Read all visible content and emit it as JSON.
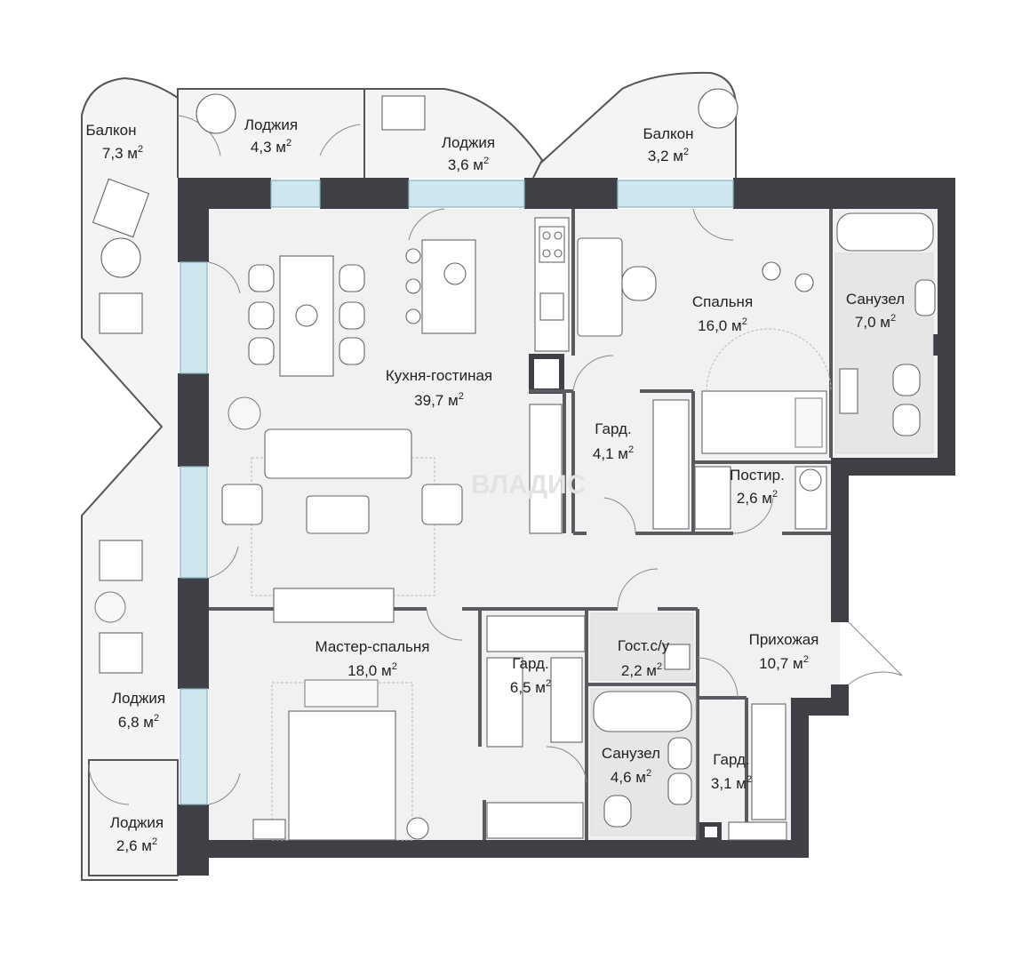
{
  "plan": {
    "area_unit": "м",
    "area_unit_power": "2",
    "watermark": "ВЛАДИС",
    "rooms": [
      {
        "id": "balcony-1",
        "name": "Балкон",
        "area": "7,3"
      },
      {
        "id": "loggia-1",
        "name": "Лоджия",
        "area": "4,3"
      },
      {
        "id": "loggia-2",
        "name": "Лоджия",
        "area": "3,6"
      },
      {
        "id": "balcony-2",
        "name": "Балкон",
        "area": "3,2"
      },
      {
        "id": "bedroom",
        "name": "Спальня",
        "area": "16,0"
      },
      {
        "id": "bathroom-1",
        "name": "Санузел",
        "area": "7,0"
      },
      {
        "id": "kitchen-living",
        "name": "Кухня-гостиная",
        "area": "39,7"
      },
      {
        "id": "wardrobe-1",
        "name": "Гард.",
        "area": "4,1"
      },
      {
        "id": "laundry",
        "name": "Постир.",
        "area": "2,6"
      },
      {
        "id": "hallway",
        "name": "Прихожая",
        "area": "10,7"
      },
      {
        "id": "master-bedroom",
        "name": "Мастер-спальня",
        "area": "18,0"
      },
      {
        "id": "wardrobe-2",
        "name": "Гард.",
        "area": "6,5"
      },
      {
        "id": "guest-wc",
        "name": "Гост.с/у",
        "area": "2,2"
      },
      {
        "id": "bathroom-2",
        "name": "Санузел",
        "area": "4,6"
      },
      {
        "id": "wardrobe-3",
        "name": "Гард.",
        "area": "3,1"
      },
      {
        "id": "loggia-3",
        "name": "Лоджия",
        "area": "6,8"
      },
      {
        "id": "loggia-4",
        "name": "Лоджия",
        "area": "2,6"
      }
    ]
  }
}
